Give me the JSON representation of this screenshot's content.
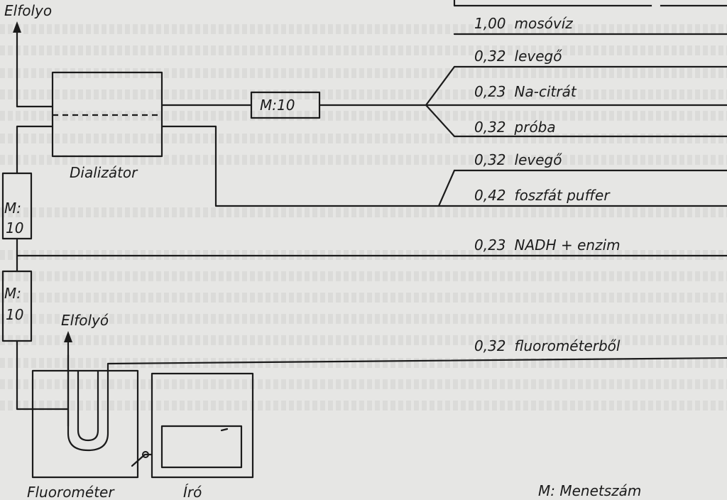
{
  "labels": {
    "outlet_top": "Elfolyo",
    "outlet_mid": "Elfolyó",
    "dialyzer": "Dializátor",
    "mixer_top": "M:10",
    "mixer_left_1": "M:",
    "mixer_left_1b": "10",
    "mixer_left_2": "M:",
    "mixer_left_2b": "10",
    "fluorometer": "Fluorométer",
    "recorder": "Író",
    "legend": "M: Menetszám"
  },
  "flows": [
    {
      "rate": "1,00",
      "name": "mosóvíz"
    },
    {
      "rate": "0,32",
      "name": "levegő"
    },
    {
      "rate": "0,23",
      "name": "Na-citrát"
    },
    {
      "rate": "0,32",
      "name": "próba"
    },
    {
      "rate": "0,32",
      "name": "levegő"
    },
    {
      "rate": "0,42",
      "name": "foszfát puffer"
    },
    {
      "rate": "0,23",
      "name": "NADH + enzim"
    },
    {
      "rate": "0,32",
      "name": "fluorométerből"
    }
  ]
}
